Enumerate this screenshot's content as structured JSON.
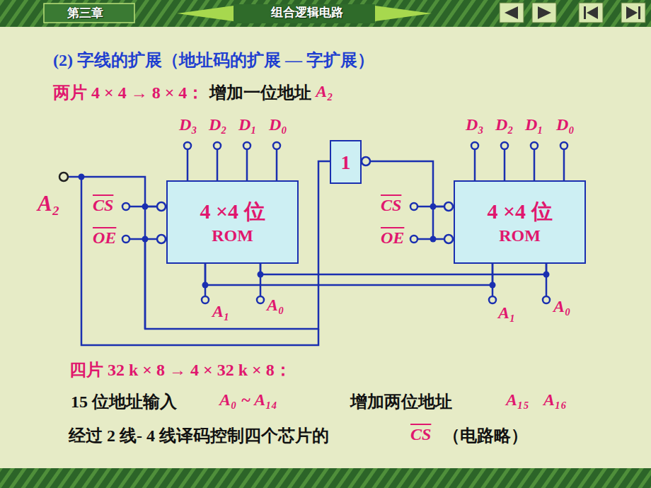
{
  "diagram": {
    "title": "(2) 字线的扩展（地址码的扩展 — 字扩展）",
    "nodes": [
      {
        "text": [
          "4 ×4 位",
          "ROM"
        ]
      },
      {
        "text": [
          "1"
        ]
      },
      {
        "text": [
          "4 ×4 位",
          "ROM"
        ]
      }
    ],
    "edges": [
      {
        "from": 0,
        "to": 1,
        "arrow": "none"
      },
      {
        "from": 1,
        "to": 2,
        "arrow": "none"
      },
      {
        "from": 0,
        "to": 2,
        "arrow": "none"
      },
      {
        "from": 0,
        "to": 2,
        "arrow": "none"
      }
    ],
    "labels": [
      "第三章",
      "组合逻辑电路",
      "两片 4 × 4 → 8 × 4：",
      "增加一位地址",
      "A₂",
      "D₃",
      "D₂",
      "D₁",
      "D₀",
      "A₂",
      "CS",
      "OE",
      "A₁",
      "A₀",
      "D₃",
      "D₂",
      "D₁",
      "D₀",
      "CS",
      "OE",
      "A₁",
      "A₀",
      "四片 32 k × 8 →  4 × 32 k × 8：",
      "15 位地址输入",
      "A₀ ~ A₁₄",
      "增加两位地址",
      "A₁₅",
      "A₁₆",
      "经过 2 线- 4 线译码控制四个芯片的",
      "CS",
      "（电路略）"
    ]
  }
}
